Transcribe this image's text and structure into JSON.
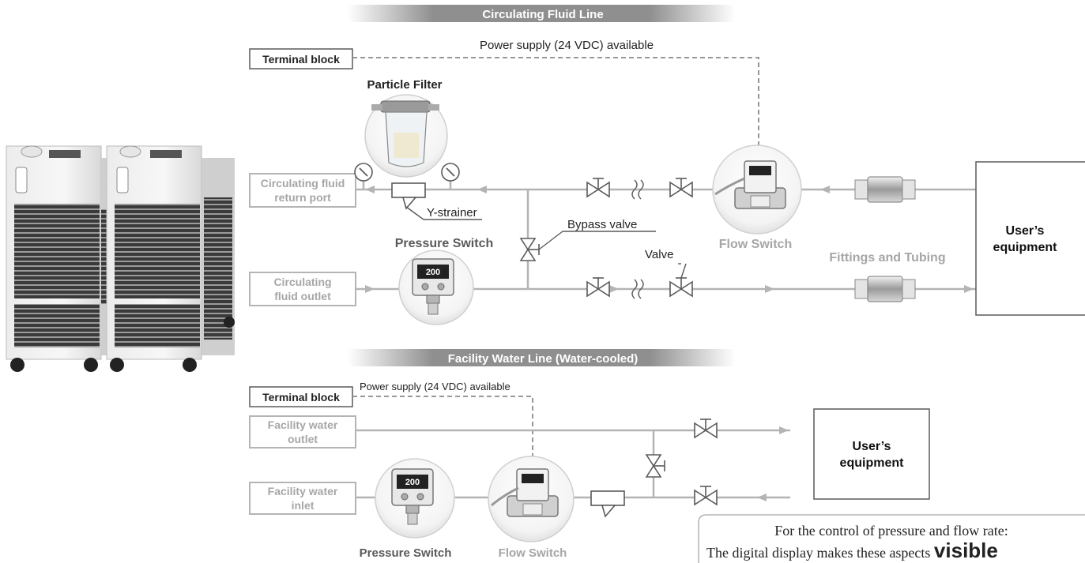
{
  "circulating": {
    "header": "Circulating Fluid Line",
    "power_supply": "Power supply (24 VDC) available",
    "terminal_block": "Terminal block",
    "particle_filter": "Particle Filter",
    "return_port": [
      "Circulating fluid",
      "return port"
    ],
    "y_strainer": "Y-strainer",
    "bypass_valve": "Bypass valve",
    "pressure_switch": "Pressure Switch",
    "valve": "Valve",
    "flow_switch": "Flow Switch",
    "fittings": "Fittings and Tubing",
    "outlet": [
      "Circulating",
      "fluid outlet"
    ],
    "users_equipment": [
      "User’s",
      "equipment"
    ]
  },
  "facility": {
    "header": "Facility Water Line (Water-cooled)",
    "terminal_block": "Terminal block",
    "power_supply": "Power supply (24 VDC) available",
    "outlet": [
      "Facility water",
      "outlet"
    ],
    "inlet": [
      "Facility water",
      "inlet"
    ],
    "pressure_switch": "Pressure Switch",
    "flow_switch": "Flow Switch",
    "users_equipment": [
      "User’s",
      "equipment"
    ]
  },
  "note": {
    "line1": "For the control of pressure and flow rate:",
    "line2_prefix": "The digital display makes these aspects ",
    "line2_emphasis": "visible"
  },
  "device_display": {
    "pressure_readout": "200"
  },
  "colors": {
    "line": "#b4b4b4",
    "dark": "#5a5a5a",
    "grey_text": "#a6a6a6",
    "header_band": "#8c8c8c"
  }
}
